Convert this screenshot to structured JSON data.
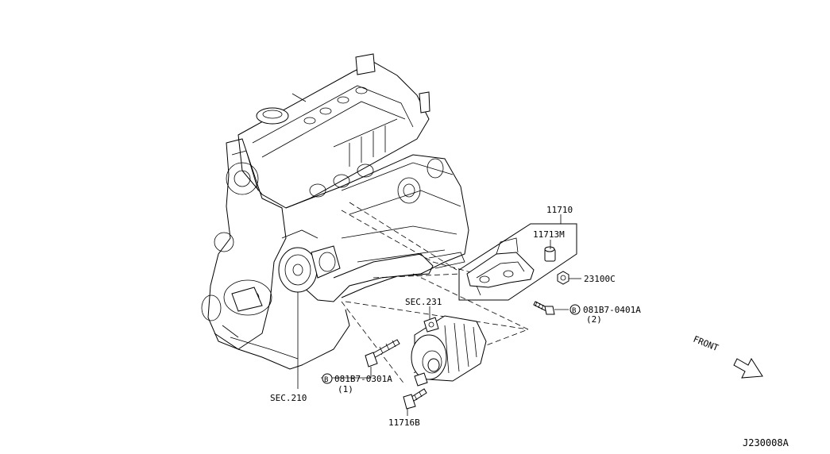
{
  "labels": {
    "p11710": "11710",
    "p11713m": "11713M",
    "p23100c": "23100C",
    "bolt_0401a": "081B7-0401A",
    "bolt_0401a_qty": "(2)",
    "sec231": "SEC.231",
    "bolt_0301a": "081B7-0301A",
    "bolt_0301a_qty": "(1)",
    "sec210": "SEC.210",
    "p11716b": "11716B",
    "front": "FRONT",
    "diagram_code": "J230008A",
    "b_marker": "B"
  }
}
